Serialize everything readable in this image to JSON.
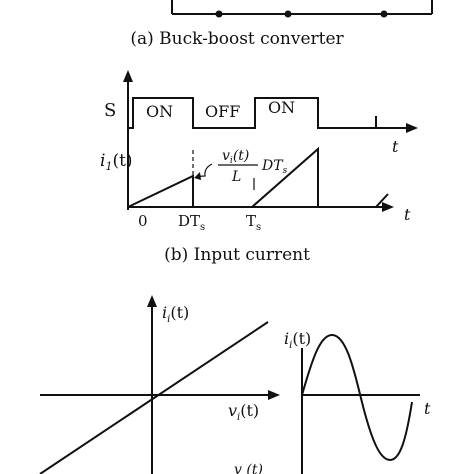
{
  "panel_a": {
    "caption": "(a) Buck-boost converter"
  },
  "panel_b": {
    "caption": "(b) Input current",
    "switch_label": "S",
    "states": [
      "ON",
      "OFF",
      "ON"
    ],
    "current_axis": "i",
    "current_sub": "1",
    "current_arg": "(t)",
    "time_label": "t",
    "slope_num": "v",
    "slope_num_sub": "i",
    "slope_num_arg": "(t)",
    "slope_den": "L",
    "slope_tail": "DT",
    "slope_tail_sub": "s",
    "ticks": {
      "zero": "0",
      "dts": "DT",
      "dts_sub": "s",
      "ts": "T",
      "ts_sub": "s"
    }
  },
  "panel_c": {
    "y_axis": "i",
    "y_sub": "i",
    "y_arg": "(t)",
    "x_axis": "v",
    "x_sub": "i",
    "x_arg": "(t)",
    "wave_label": "i",
    "wave_sub": "i",
    "wave_arg": "(t)",
    "time_label": "t",
    "bottom_label": "v (t)"
  }
}
